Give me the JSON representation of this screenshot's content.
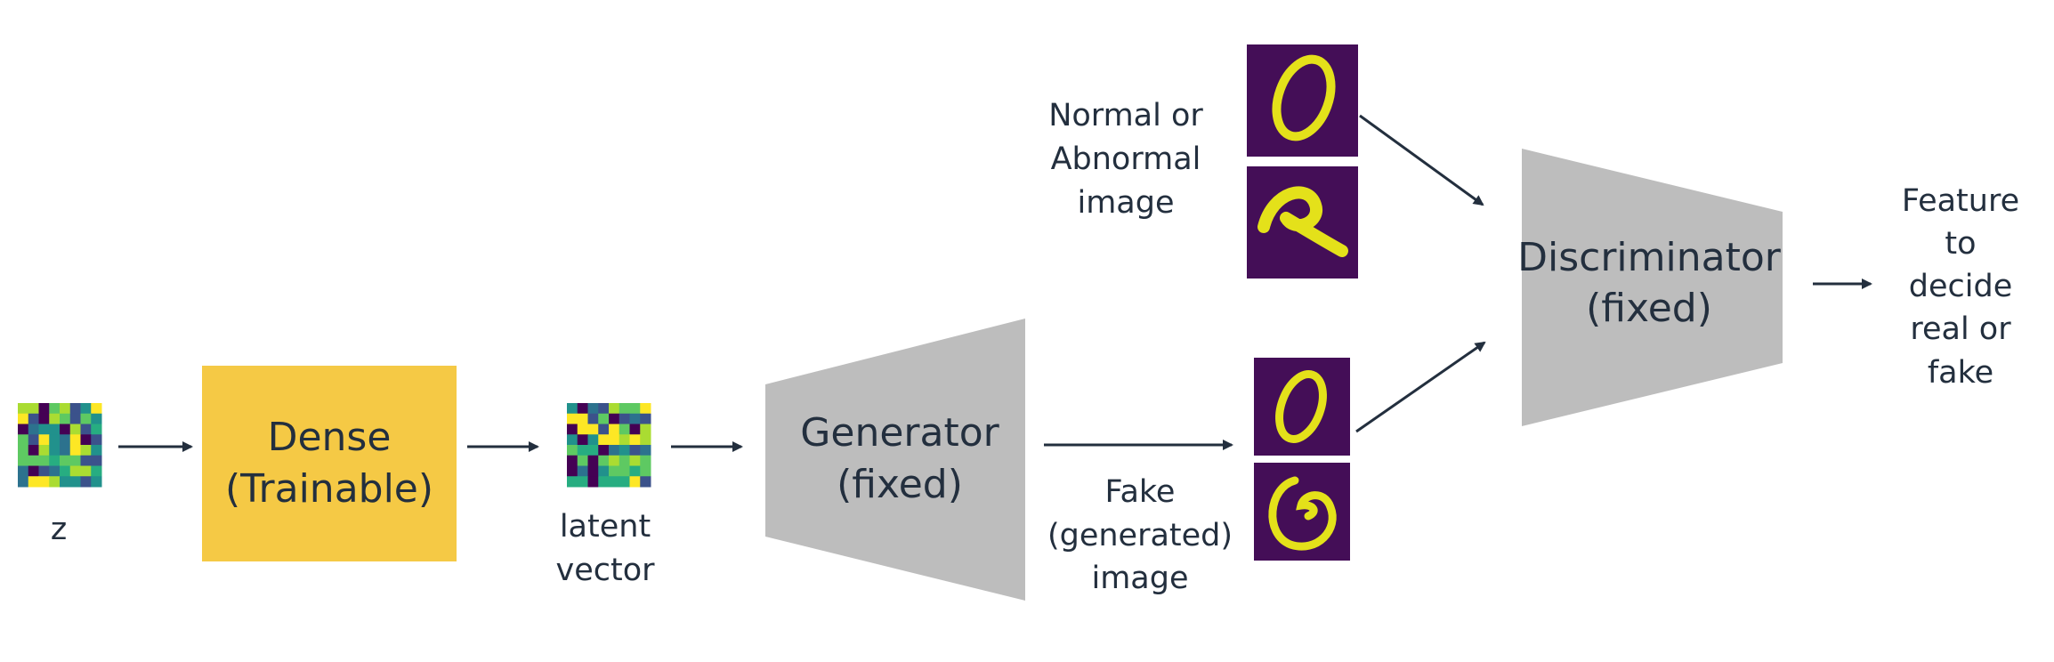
{
  "labels": {
    "z": "z",
    "dense_line1": "Dense",
    "dense_line2": "(Trainable)",
    "latent_line1": "latent",
    "latent_line2": "vector",
    "generator_line1": "Generator",
    "generator_line2": "(fixed)",
    "input_line1": "Normal or",
    "input_line2": "Abnormal",
    "input_line3": "image",
    "fake_line1": "Fake",
    "fake_line2": "(generated)",
    "fake_line3": "image",
    "disc_line1": "Discriminator",
    "disc_line2": "(fixed)",
    "out_line1": "Feature",
    "out_line2": "to",
    "out_line3": "decide",
    "out_line4": "real or",
    "out_line5": "fake"
  },
  "colors": {
    "dense_fill": "#f5c945",
    "network_fill": "#bdbdbd",
    "text": "#232f3e",
    "digit_bg": "#440e57",
    "digit_stroke": "#e4e11a",
    "heatmap_palette": [
      "#440154",
      "#3b528b",
      "#21918c",
      "#5ec962",
      "#fde725",
      "#2c728e",
      "#27ad81",
      "#aadc32"
    ]
  },
  "icons": {
    "z_heatmap": "noise-heatmap-icon",
    "latent_heatmap": "latent-heatmap-icon",
    "digit_images": "digit-thumbnail-icon"
  }
}
